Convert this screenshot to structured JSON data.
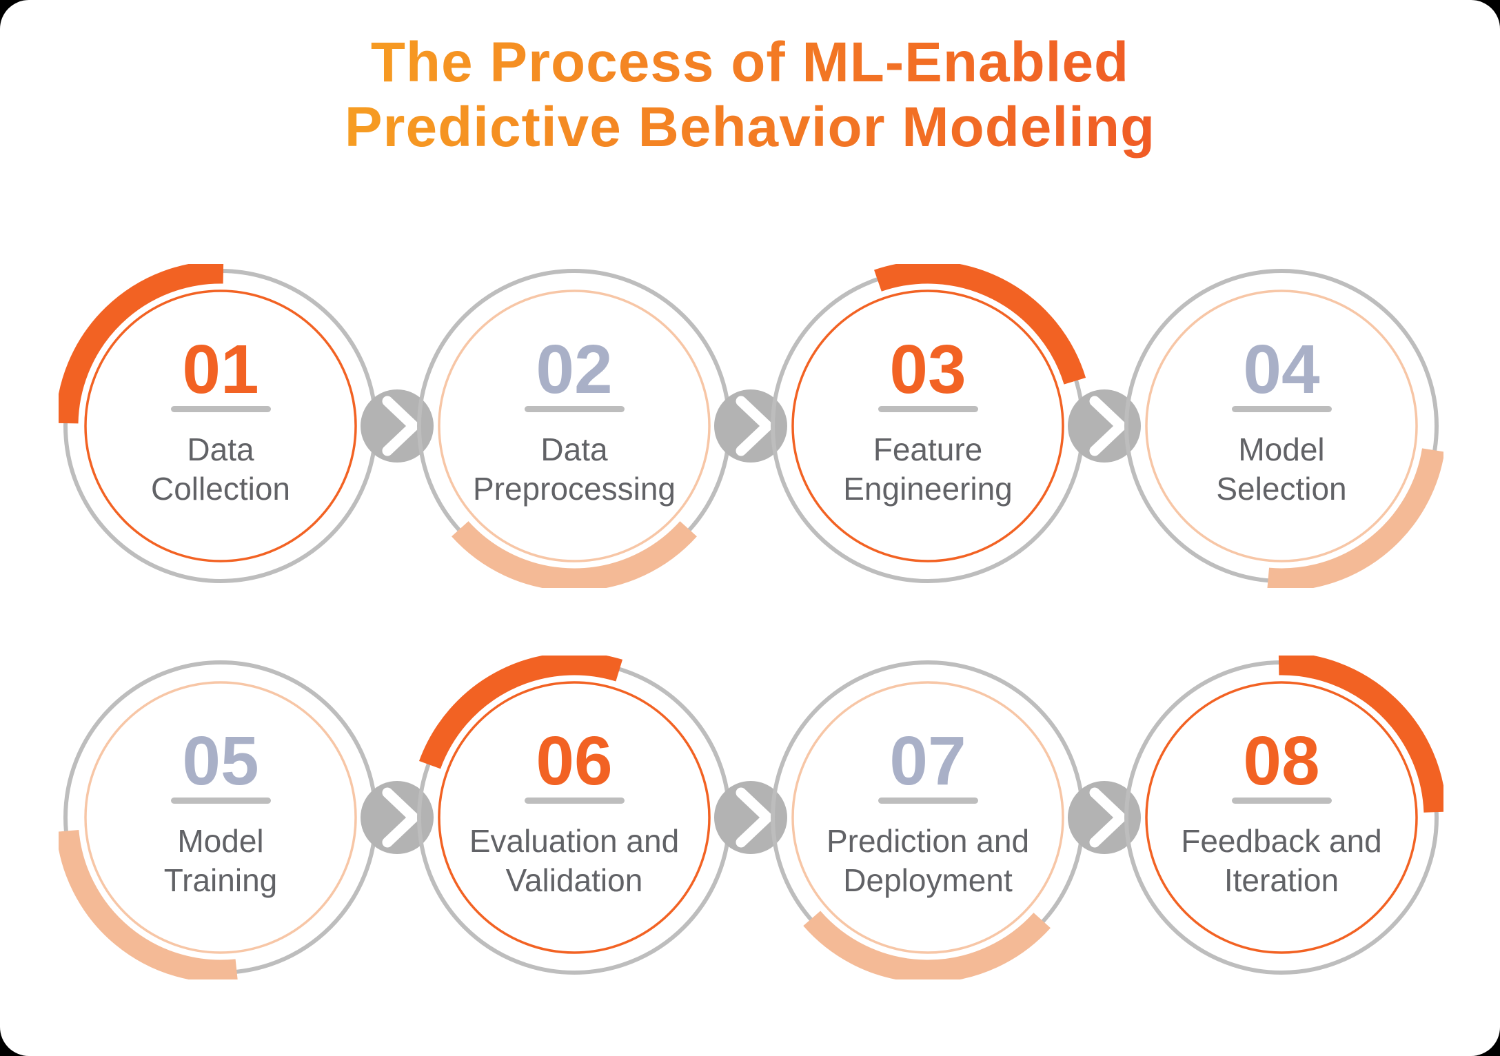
{
  "title": {
    "line1": "The Process of ML-Enabled",
    "line2": "Predictive Behavior Modeling"
  },
  "steps": [
    {
      "number": "01",
      "label_lines": [
        "Data",
        "Collection"
      ],
      "theme": "orange",
      "arc_position": "top-left"
    },
    {
      "number": "02",
      "label_lines": [
        "Data",
        "Preprocessing"
      ],
      "theme": "peach",
      "arc_position": "bottom"
    },
    {
      "number": "03",
      "label_lines": [
        "Feature",
        "Engineering"
      ],
      "theme": "orange",
      "arc_position": "top"
    },
    {
      "number": "04",
      "label_lines": [
        "Model",
        "Selection"
      ],
      "theme": "peach",
      "arc_position": "bottom-right"
    },
    {
      "number": "05",
      "label_lines": [
        "Model",
        "Training"
      ],
      "theme": "peach",
      "arc_position": "bottom-left"
    },
    {
      "number": "06",
      "label_lines": [
        "Evaluation and",
        "Validation"
      ],
      "theme": "orange",
      "arc_position": "top-left"
    },
    {
      "number": "07",
      "label_lines": [
        "Prediction and",
        "Deployment"
      ],
      "theme": "peach",
      "arc_position": "bottom"
    },
    {
      "number": "08",
      "label_lines": [
        "Feedback and",
        "Iteration"
      ],
      "theme": "orange",
      "arc_position": "top-right"
    }
  ],
  "colors": {
    "orange": "#F26223",
    "peach_arc": "#F4BA96",
    "peach_ring": "#F7C6A6",
    "ring_gray": "#BDBDBD",
    "arrow_gray": "#B3B3B3",
    "number_muted_blue": "#A9B0C7",
    "label_gray": "#616266",
    "underline_gray": "#BDBDBD",
    "title_gradient_start": "#F7A621",
    "title_gradient_end": "#EF5226",
    "canvas_background": "#FFFFFF",
    "page_background": "#000000"
  }
}
